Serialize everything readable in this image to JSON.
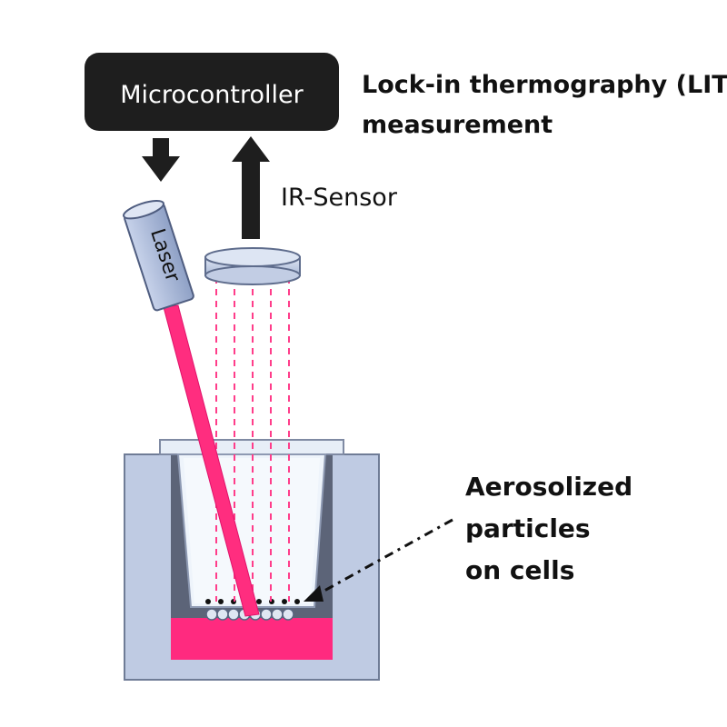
{
  "microcontroller": {
    "label": "Microcontroller"
  },
  "lit": {
    "line1": "Lock-in thermography (LIT)",
    "line2": "measurement"
  },
  "ir_sensor": {
    "label": "IR-Sensor"
  },
  "laser": {
    "label": "Laser"
  },
  "particles": {
    "line1": "Aerosolized",
    "line2": "particles",
    "line3": "on cells"
  },
  "colors": {
    "box": "#1e1e1e",
    "laser_beam": "#ff2d7f",
    "ir_rays": "#ff3d8a",
    "medium": "#ff2a7f",
    "outer_well": "#bfcbe3",
    "insert": "#e8f0f8",
    "sensor": "#c8d3ea"
  }
}
